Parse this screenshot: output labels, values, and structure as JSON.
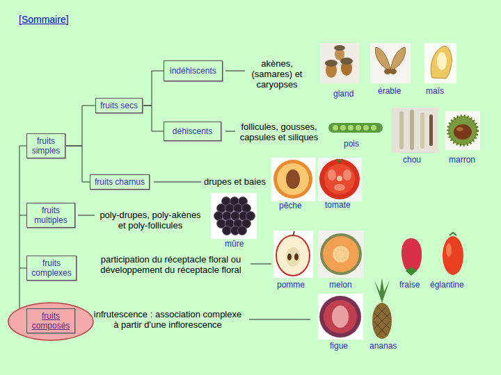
{
  "diagram": {
    "nodes": [
      {
        "text": [
          "fruits simples"
        ]
      },
      {
        "text": [
          "fruits secs"
        ]
      },
      {
        "text": [
          "indéhiscents"
        ]
      },
      {
        "text": [
          "déhiscents"
        ]
      },
      {
        "text": [
          "fruits charnus"
        ]
      },
      {
        "text": [
          "fruits multiples"
        ]
      },
      {
        "text": [
          "fruits complexes"
        ]
      },
      {
        "text": [
          "fruits composés"
        ]
      }
    ],
    "edges": [
      {
        "from": 0,
        "to": 1,
        "arrow": "none"
      },
      {
        "from": 1,
        "to": 2,
        "arrow": "none"
      },
      {
        "from": 1,
        "to": 3,
        "arrow": "none"
      },
      {
        "from": 0,
        "to": 4,
        "arrow": "none"
      }
    ],
    "labels": [
      "[Sommaire]",
      "akènes, (samares) et caryopses",
      "follicules, gousses, capsules et siliques",
      "drupes et baies",
      "poly-drupes, poly-akènes et poly-follicules",
      "participation du réceptacle floral ou développement du réceptacle floral",
      "infrutescence : association complexe à partir d'une inflorescence",
      "gland",
      "érable",
      "maïs",
      "pois",
      "chou",
      "marron",
      "pêche",
      "tomate",
      "mûre",
      "pomme",
      "melon",
      "fraise",
      "églantine",
      "figue",
      "ananas"
    ]
  }
}
